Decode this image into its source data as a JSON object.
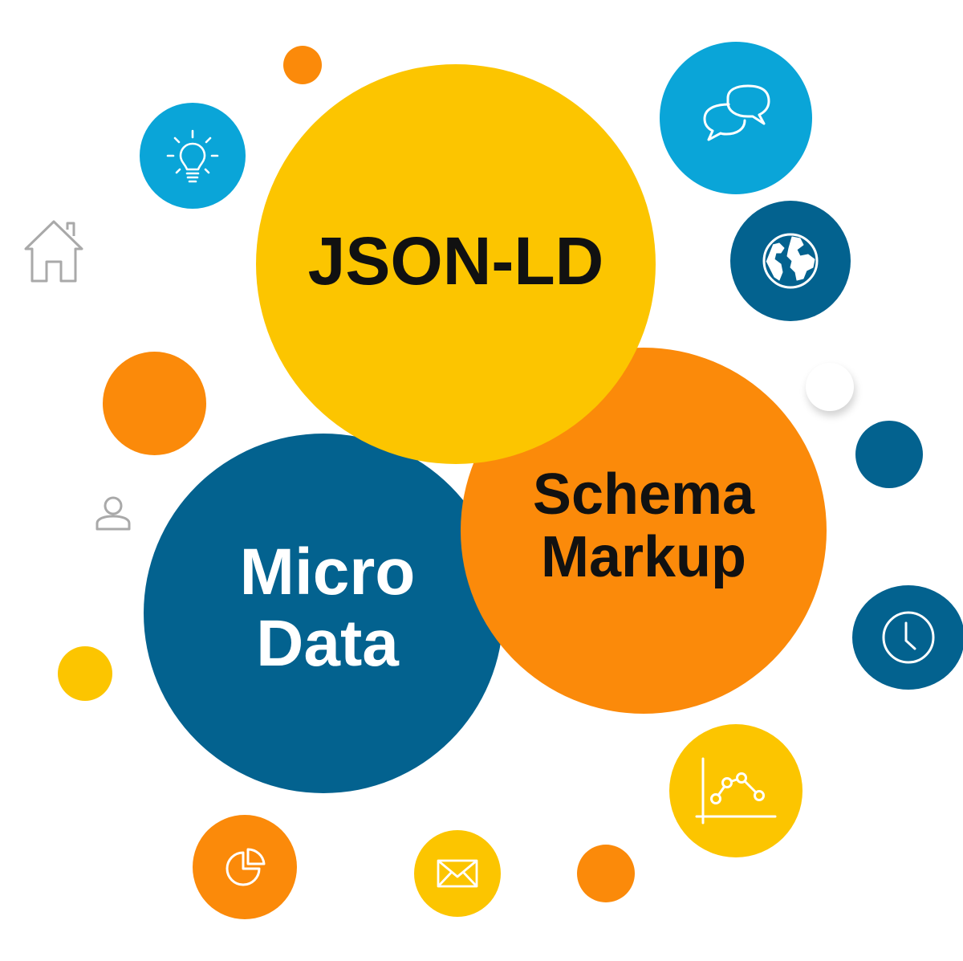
{
  "colors": {
    "yellow": "#FCC500",
    "orange": "#FB8A0A",
    "dark_blue": "#03628F",
    "light_blue": "#0AA5D8",
    "white": "#FFFFFF",
    "gray_icon": "#A9A9A9"
  },
  "circles": {
    "json_ld": {
      "label": "JSON-LD",
      "color": "yellow"
    },
    "schema_markup": {
      "line1": "Schema",
      "line2": "Markup",
      "color": "orange"
    },
    "micro_data": {
      "line1": "Micro",
      "line2": "Data",
      "color": "dark_blue"
    }
  },
  "icons": [
    "lightbulb-icon",
    "chat-bubbles-icon",
    "globe-icon",
    "home-icon",
    "user-icon",
    "clock-icon",
    "line-chart-icon",
    "pie-chart-icon",
    "envelope-icon"
  ]
}
